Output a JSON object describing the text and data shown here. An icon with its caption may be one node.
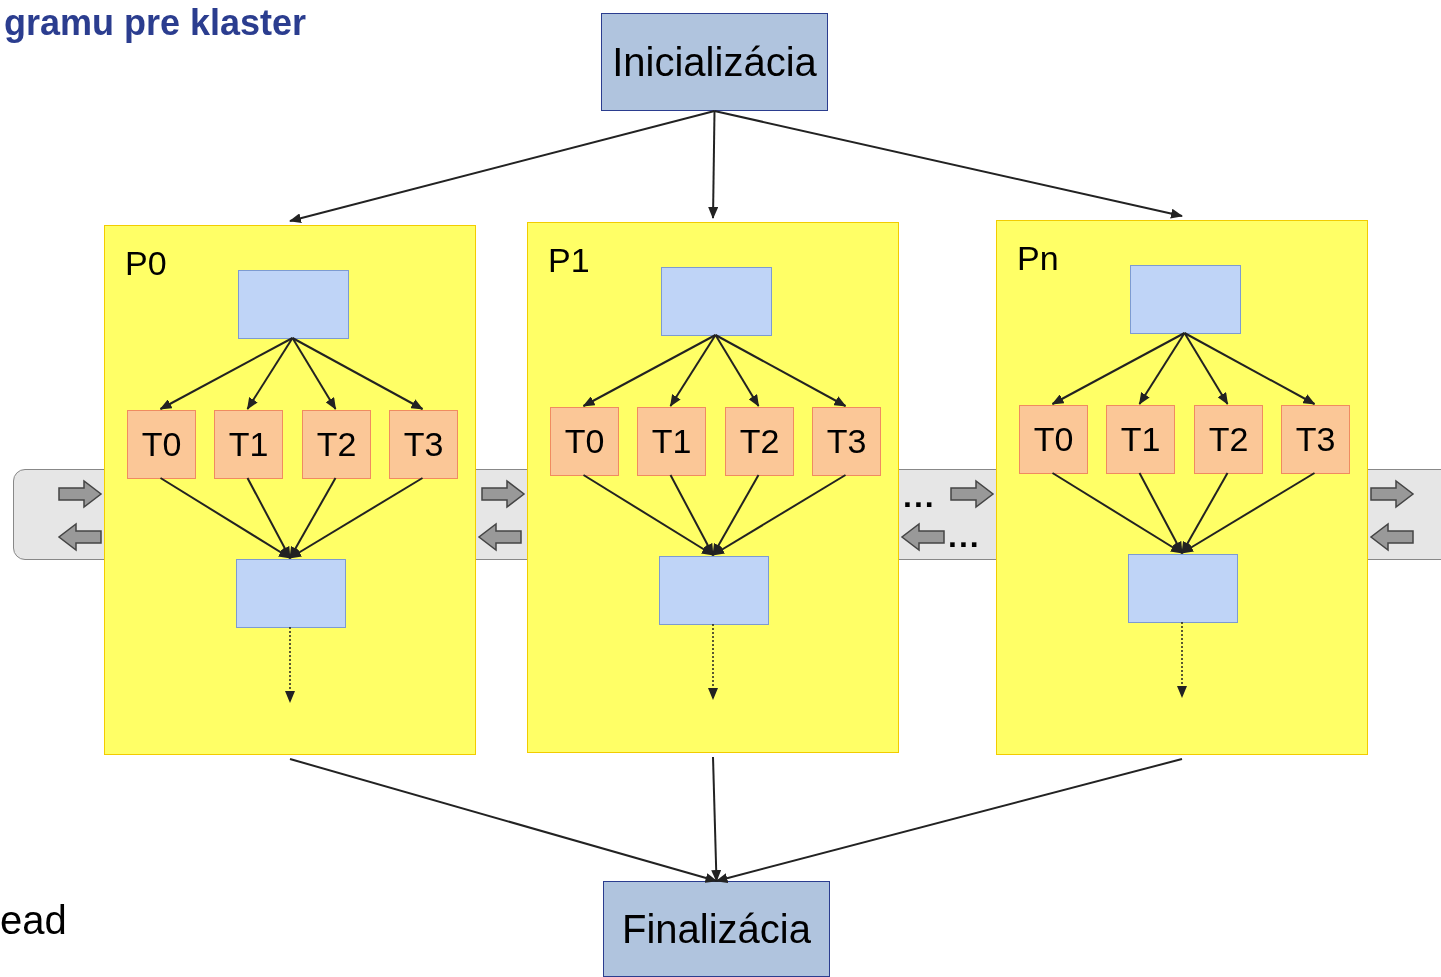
{
  "diagram": {
    "title": "gramu pre klaster",
    "nodes": [
      {
        "text": [
          "Inicializácia"
        ]
      },
      {
        "text": [
          "P0"
        ]
      },
      {
        "text": [],
        "shape": "box",
        "in": 1
      },
      {
        "text": [
          "T0"
        ],
        "in": 1
      },
      {
        "text": [
          "T1"
        ],
        "in": 1
      },
      {
        "text": [
          "T2"
        ],
        "in": 1
      },
      {
        "text": [
          "T3"
        ],
        "in": 1
      },
      {
        "text": [],
        "shape": "box",
        "in": 1
      },
      {
        "text": [
          "P1"
        ]
      },
      {
        "text": [],
        "shape": "box",
        "in": 8
      },
      {
        "text": [
          "T0"
        ],
        "in": 8
      },
      {
        "text": [
          "T1"
        ],
        "in": 8
      },
      {
        "text": [
          "T2"
        ],
        "in": 8
      },
      {
        "text": [
          "T3"
        ],
        "in": 8
      },
      {
        "text": [],
        "shape": "box",
        "in": 8
      },
      {
        "text": [
          "Pn"
        ]
      },
      {
        "text": [],
        "shape": "box",
        "in": 15
      },
      {
        "text": [
          "T0"
        ],
        "in": 15
      },
      {
        "text": [
          "T1"
        ],
        "in": 15
      },
      {
        "text": [
          "T2"
        ],
        "in": 15
      },
      {
        "text": [
          "T3"
        ],
        "in": 15
      },
      {
        "text": [],
        "shape": "box",
        "in": 15
      },
      {
        "text": [
          "Finalizácia"
        ]
      }
    ],
    "edges": [
      {
        "from": 0,
        "to": 1,
        "arrow": "to"
      },
      {
        "from": 0,
        "to": 8,
        "arrow": "to"
      },
      {
        "from": 0,
        "to": 15,
        "arrow": "to"
      },
      {
        "from": 2,
        "to": 3,
        "arrow": "to"
      },
      {
        "from": 2,
        "to": 4,
        "arrow": "to"
      },
      {
        "from": 2,
        "to": 5,
        "arrow": "to"
      },
      {
        "from": 2,
        "to": 6,
        "arrow": "to"
      },
      {
        "from": 3,
        "to": 7,
        "arrow": "to"
      },
      {
        "from": 4,
        "to": 7,
        "arrow": "to"
      },
      {
        "from": 5,
        "to": 7,
        "arrow": "to"
      },
      {
        "from": 6,
        "to": 7,
        "arrow": "to"
      },
      {
        "from": 7,
        "to": null,
        "arrow": "to",
        "style": "dashed"
      },
      {
        "from": 9,
        "to": 10,
        "arrow": "to"
      },
      {
        "from": 9,
        "to": 11,
        "arrow": "to"
      },
      {
        "from": 9,
        "to": 12,
        "arrow": "to"
      },
      {
        "from": 9,
        "to": 13,
        "arrow": "to"
      },
      {
        "from": 10,
        "to": 14,
        "arrow": "to"
      },
      {
        "from": 11,
        "to": 14,
        "arrow": "to"
      },
      {
        "from": 12,
        "to": 14,
        "arrow": "to"
      },
      {
        "from": 13,
        "to": 14,
        "arrow": "to"
      },
      {
        "from": 14,
        "to": null,
        "arrow": "to",
        "style": "dashed"
      },
      {
        "from": 16,
        "to": 17,
        "arrow": "to"
      },
      {
        "from": 16,
        "to": 18,
        "arrow": "to"
      },
      {
        "from": 16,
        "to": 19,
        "arrow": "to"
      },
      {
        "from": 16,
        "to": 20,
        "arrow": "to"
      },
      {
        "from": 17,
        "to": 21,
        "arrow": "to"
      },
      {
        "from": 18,
        "to": 21,
        "arrow": "to"
      },
      {
        "from": 19,
        "to": 21,
        "arrow": "to"
      },
      {
        "from": 20,
        "to": 21,
        "arrow": "to"
      },
      {
        "from": 21,
        "to": null,
        "arrow": "to",
        "style": "dashed"
      },
      {
        "from": 1,
        "to": 22,
        "arrow": "to"
      },
      {
        "from": 8,
        "to": 22,
        "arrow": "to"
      },
      {
        "from": 15,
        "to": 22,
        "arrow": "to"
      },
      {
        "from": null,
        "to": 1,
        "arrow": "to",
        "style": "thick",
        "color": "#999999"
      },
      {
        "from": 1,
        "to": null,
        "arrow": "to",
        "style": "thick",
        "color": "#999999"
      },
      {
        "from": 1,
        "to": 8,
        "arrow": "to",
        "style": "thick",
        "color": "#999999"
      },
      {
        "from": 8,
        "to": 1,
        "arrow": "to",
        "style": "thick",
        "color": "#999999"
      },
      {
        "from": 8,
        "to": 15,
        "arrow": "to",
        "style": "thick",
        "color": "#999999"
      },
      {
        "from": 15,
        "to": 8,
        "arrow": "to",
        "style": "thick",
        "color": "#999999"
      },
      {
        "from": 15,
        "to": null,
        "arrow": "to",
        "style": "thick",
        "color": "#999999"
      },
      {
        "from": null,
        "to": 15,
        "arrow": "to",
        "style": "thick",
        "color": "#999999"
      }
    ],
    "labels": [
      "...",
      "...",
      "ead"
    ]
  }
}
